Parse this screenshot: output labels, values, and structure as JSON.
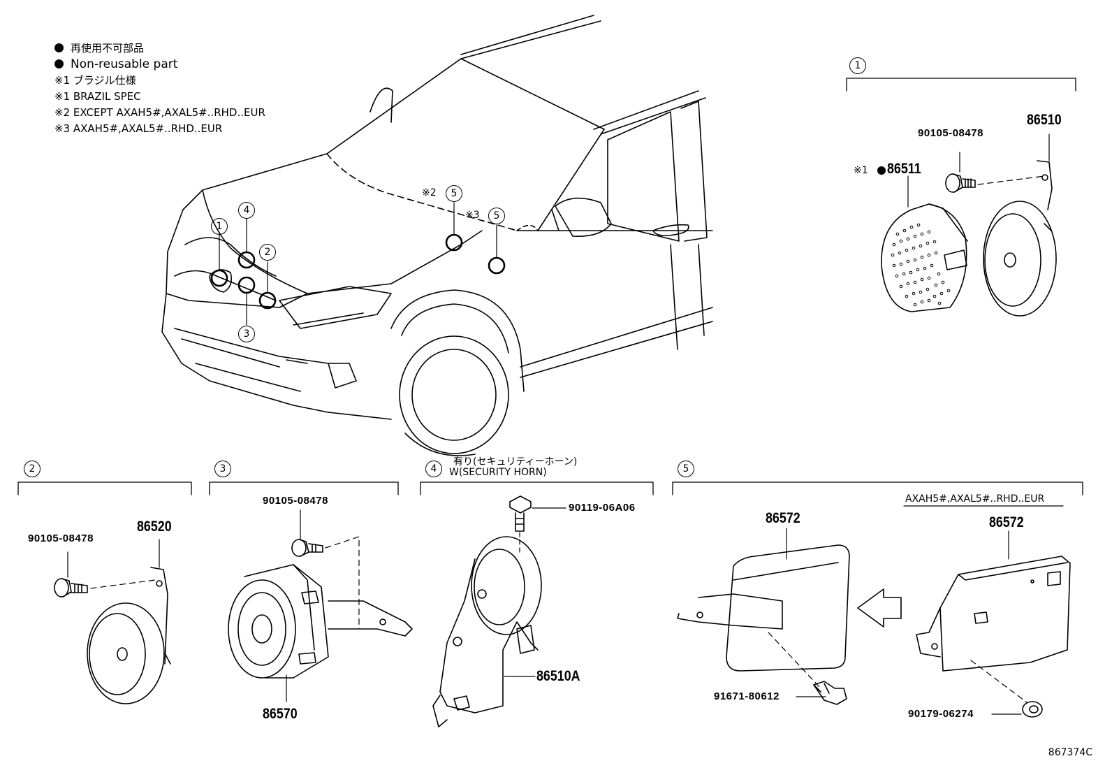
{
  "legend": {
    "line1_jp": "再使用不可部品",
    "line2_en": "Non-reusable part",
    "line3": "※1 ブラジル仕様",
    "line4": "※1 BRAZIL SPEC",
    "line5": "※2 EXCEPT AXAH5#,AXAL5#..RHD..EUR",
    "line6": "※3 AXAH5#,AXAL5#..RHD..EUR"
  },
  "callouts": {
    "c1": "1",
    "c2": "2",
    "c3": "3",
    "c4": "4",
    "c5": "5"
  },
  "car_marks": {
    "note2": "※2",
    "note3": "※3"
  },
  "section1": {
    "bolt": "90105-08478",
    "horn": "86510",
    "note": "※1",
    "cover": "86511"
  },
  "section2": {
    "bolt": "90105-08478",
    "horn": "86520"
  },
  "section3": {
    "bolt": "90105-08478",
    "siren": "86570"
  },
  "section4": {
    "title_jp": "有り(セキュリティーホーン)",
    "title_en": "W(SECURITY HORN)",
    "bolt": "90119-06A06",
    "horn": "86510A"
  },
  "section5": {
    "spec": "AXAH5#,AXAL5#..RHD..EUR",
    "ecu_left": "86572",
    "ecu_right": "86572",
    "bolt_left": "91671-80612",
    "nut_right": "90179-06274"
  },
  "diagram_code": "867374C"
}
